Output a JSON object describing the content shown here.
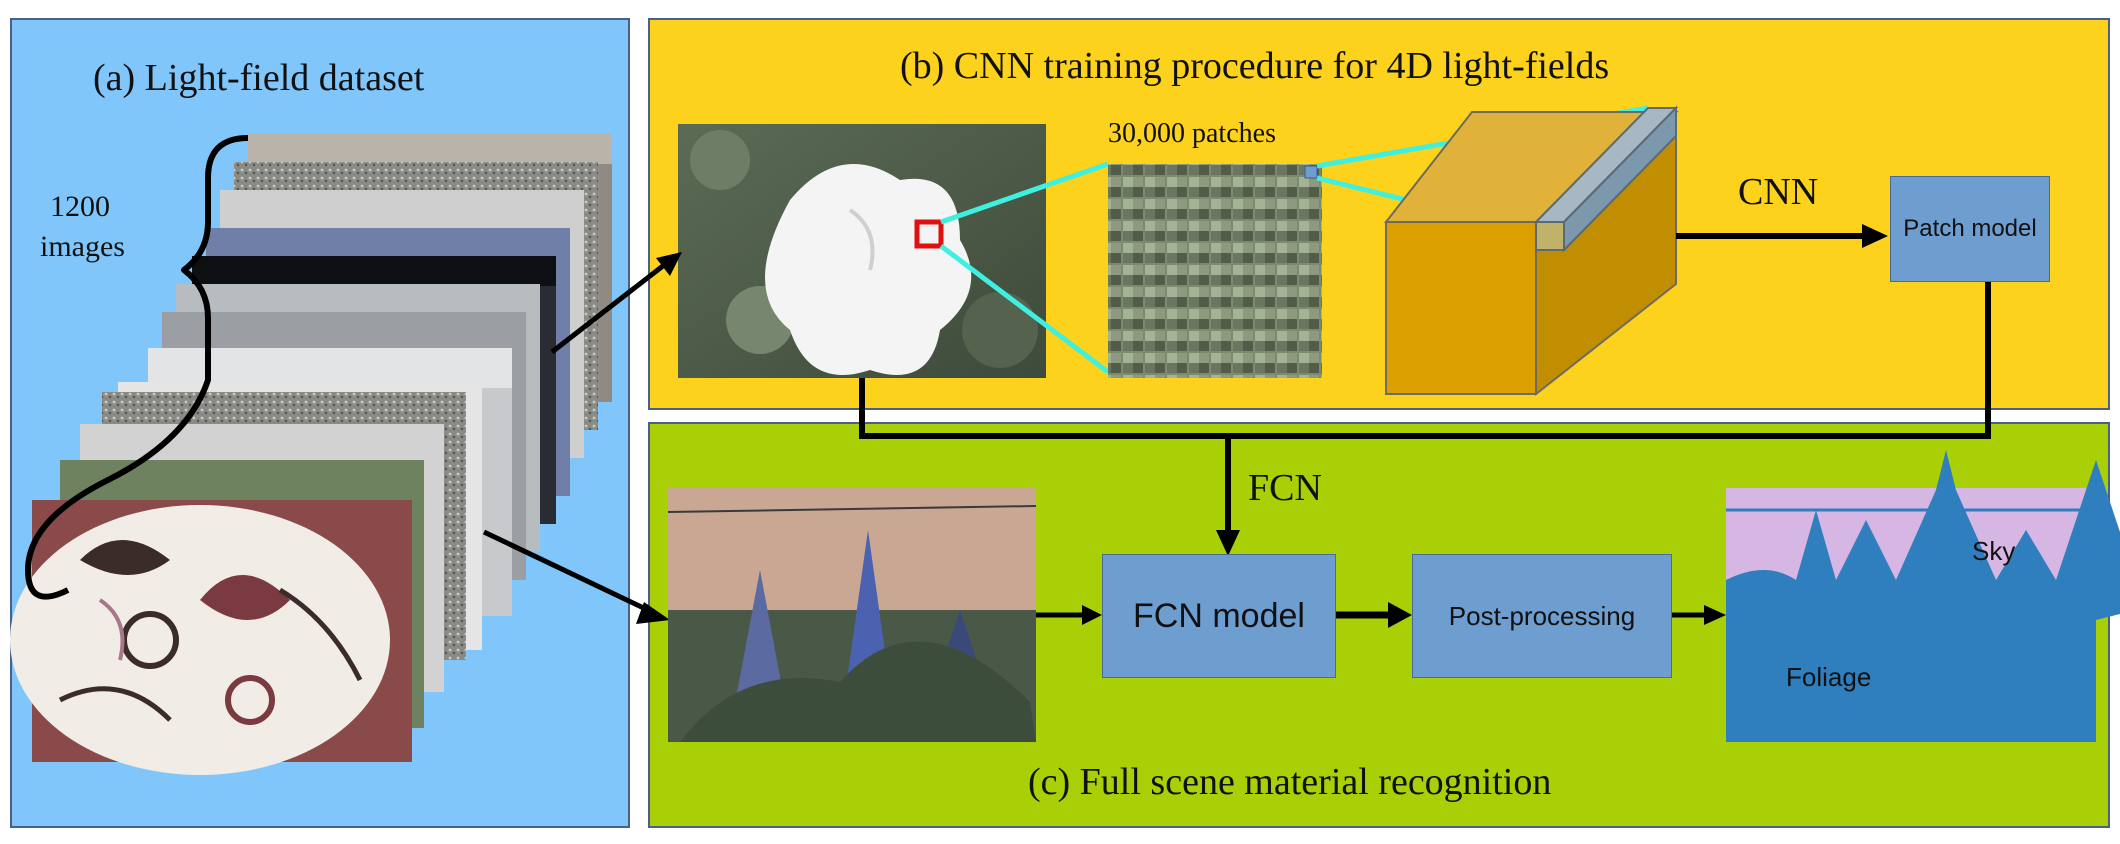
{
  "panel_a": {
    "title": "(a) Light-field dataset",
    "count_label_line1": "1200",
    "count_label_line2": "images"
  },
  "panel_b": {
    "title": "(b) CNN training procedure for 4D light-fields",
    "patches_label": "30,000 patches",
    "cnn_label": "CNN",
    "patch_model_label": "Patch model"
  },
  "panel_c": {
    "title": "(c) Full scene material recognition",
    "fcn_label": "FCN",
    "fcn_model_label": "FCN model",
    "post_processing_label": "Post-processing",
    "sky_label": "Sky",
    "foliage_label": "Foliage"
  },
  "colors": {
    "panel_a_bg": "#80c6fb",
    "panel_b_bg": "#fcd21c",
    "panel_c_bg": "#a9cf06",
    "model_box": "#6e9dd0",
    "cyan_line": "#3ff0e0",
    "highlight_red": "#e01010",
    "sky_class": "#d6b6e3",
    "foliage_class": "#2f7fbf"
  }
}
